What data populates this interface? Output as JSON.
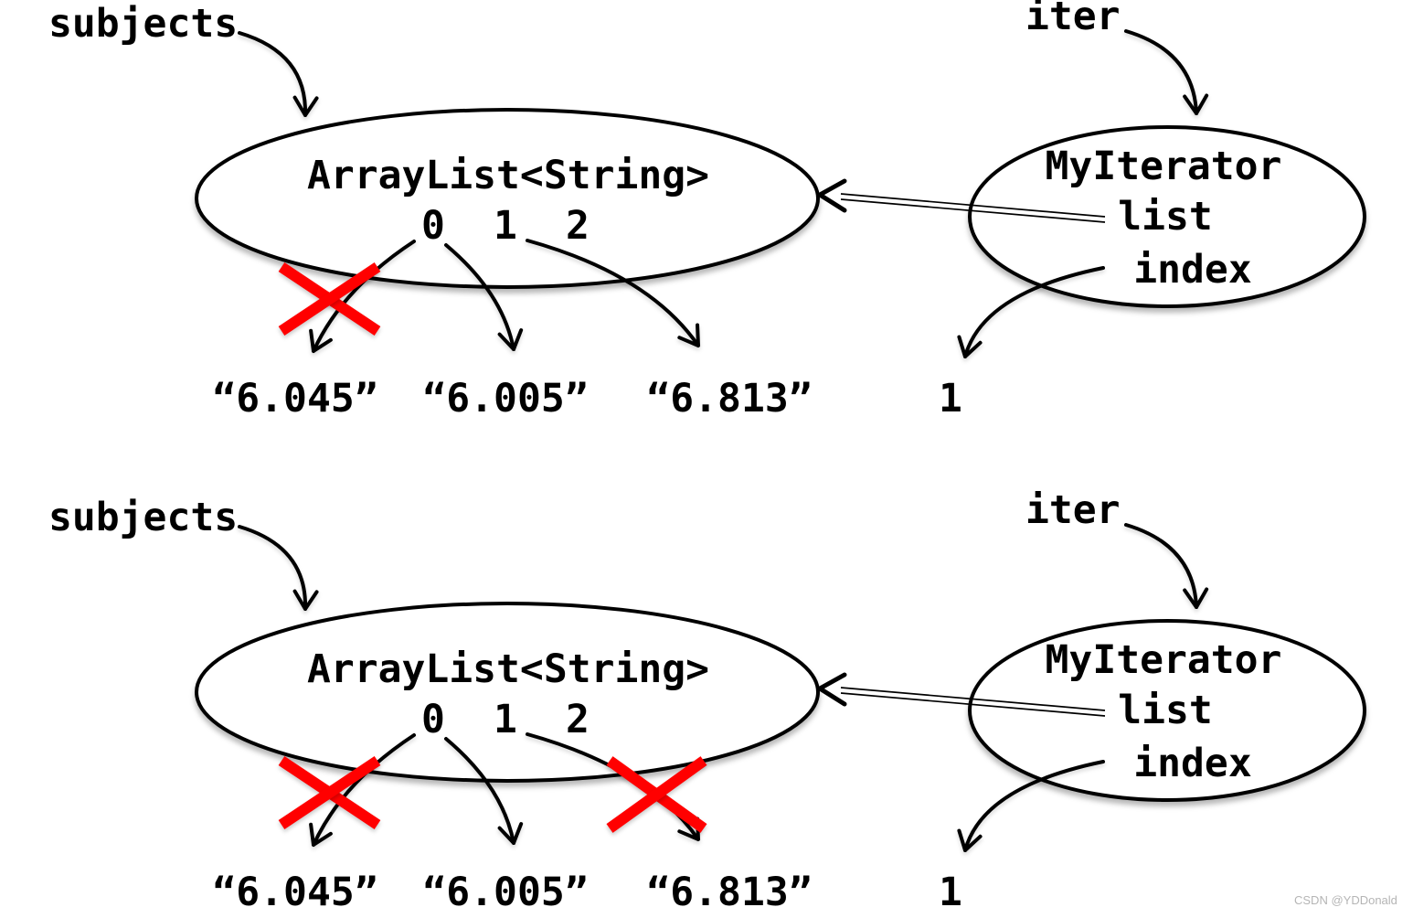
{
  "background_color": "#ffffff",
  "line_color": "#000000",
  "cross_color": "#ff0000",
  "watermark": "CSDN @YDDonald",
  "diagrams": [
    {
      "subjects_label": "subjects",
      "iter_label": "iter",
      "list_title": "ArrayList<String>",
      "indices": [
        "0",
        "1",
        "2"
      ],
      "iterator_title": "MyIterator",
      "field_list": "list",
      "field_index": "index",
      "index_value": "1",
      "values": [
        "“6.045”",
        "“6.005”",
        "“6.813”"
      ],
      "crossed_out_values": [
        "“6.045”"
      ]
    },
    {
      "subjects_label": "subjects",
      "iter_label": "iter",
      "list_title": "ArrayList<String>",
      "indices": [
        "0",
        "1",
        "2"
      ],
      "iterator_title": "MyIterator",
      "field_list": "list",
      "field_index": "index",
      "index_value": "1",
      "values": [
        "“6.045”",
        "“6.005”",
        "“6.813”"
      ],
      "crossed_out_values": [
        "“6.045”",
        "“6.813”"
      ]
    }
  ]
}
